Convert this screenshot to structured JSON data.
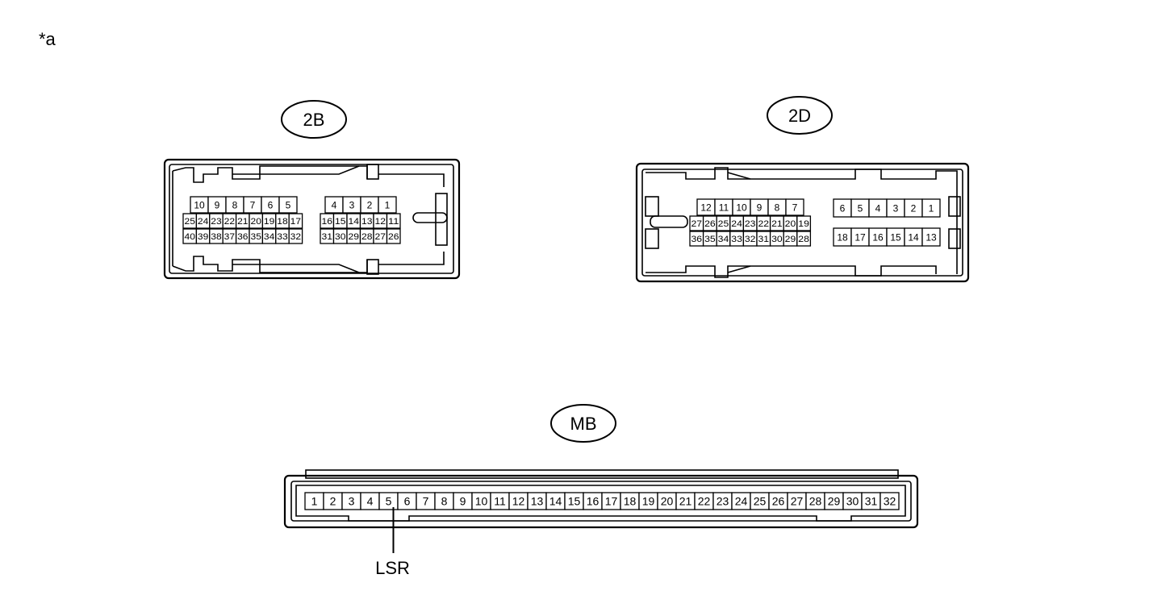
{
  "figure_label": "*a",
  "connectors": [
    {
      "label": "2B",
      "rows_left": [
        [
          "10",
          "9",
          "8",
          "7",
          "6",
          "5"
        ],
        [
          "25",
          "24",
          "23",
          "22",
          "21",
          "20",
          "19",
          "18",
          "17"
        ],
        [
          "40",
          "39",
          "38",
          "37",
          "36",
          "35",
          "34",
          "33",
          "32"
        ]
      ],
      "rows_right": [
        [
          "4",
          "3",
          "2",
          "1"
        ],
        [
          "16",
          "15",
          "14",
          "13",
          "12",
          "11"
        ],
        [
          "31",
          "30",
          "29",
          "28",
          "27",
          "26"
        ]
      ]
    },
    {
      "label": "2D",
      "rows_left": [
        [
          "12",
          "11",
          "10",
          "9",
          "8",
          "7"
        ],
        [
          "27",
          "26",
          "25",
          "24",
          "23",
          "22",
          "21",
          "20",
          "19"
        ],
        [
          "36",
          "35",
          "34",
          "33",
          "32",
          "31",
          "30",
          "29",
          "28"
        ]
      ],
      "rows_right": [
        [
          "6",
          "5",
          "4",
          "3",
          "2",
          "1"
        ],
        [
          "18",
          "17",
          "16",
          "15",
          "14",
          "13"
        ]
      ]
    },
    {
      "label": "MB",
      "pins": [
        "1",
        "2",
        "3",
        "4",
        "5",
        "6",
        "7",
        "8",
        "9",
        "10",
        "11",
        "12",
        "13",
        "14",
        "15",
        "16",
        "17",
        "18",
        "19",
        "20",
        "21",
        "22",
        "23",
        "24",
        "25",
        "26",
        "27",
        "28",
        "29",
        "30",
        "31",
        "32"
      ]
    }
  ],
  "callouts": [
    {
      "text": "LSR",
      "connector": "MB",
      "pin": "5"
    }
  ]
}
